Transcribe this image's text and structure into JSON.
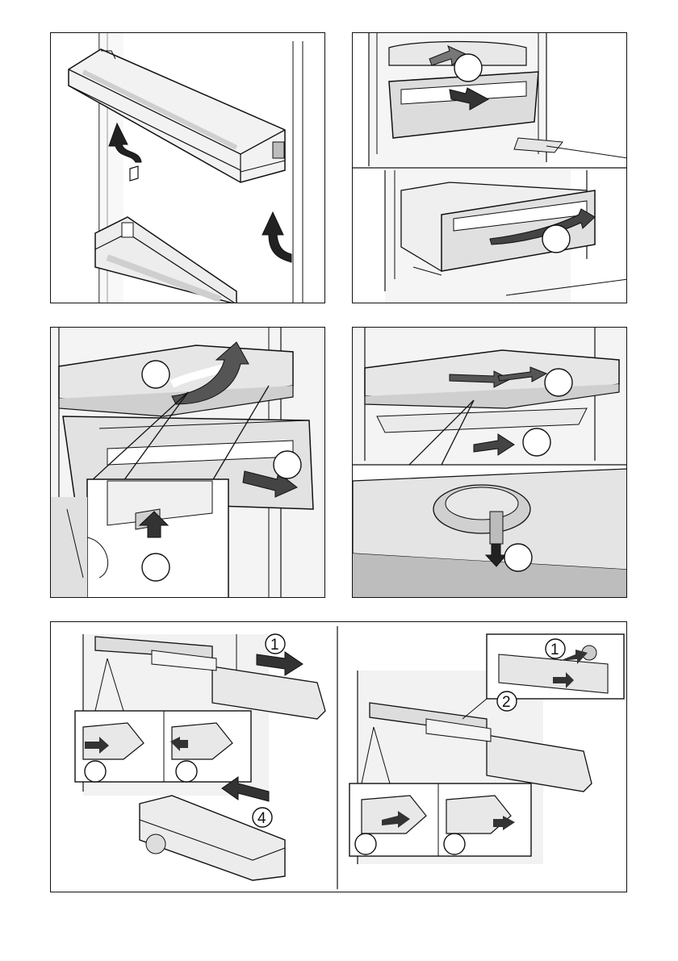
{
  "figures": {
    "rails_left": {
      "step_1": "1",
      "step_4": "4",
      "step_2": "",
      "step_3": ""
    },
    "rails_right": {
      "step_1": "1",
      "step_2": "2",
      "step_3": "",
      "step_4": ""
    }
  },
  "colors": {
    "line": "#111111",
    "arrow": "#2b2b2b",
    "wall": "#f1f1f1",
    "shade": "#d9d9d9",
    "dark_shade": "#9a9a9a"
  }
}
